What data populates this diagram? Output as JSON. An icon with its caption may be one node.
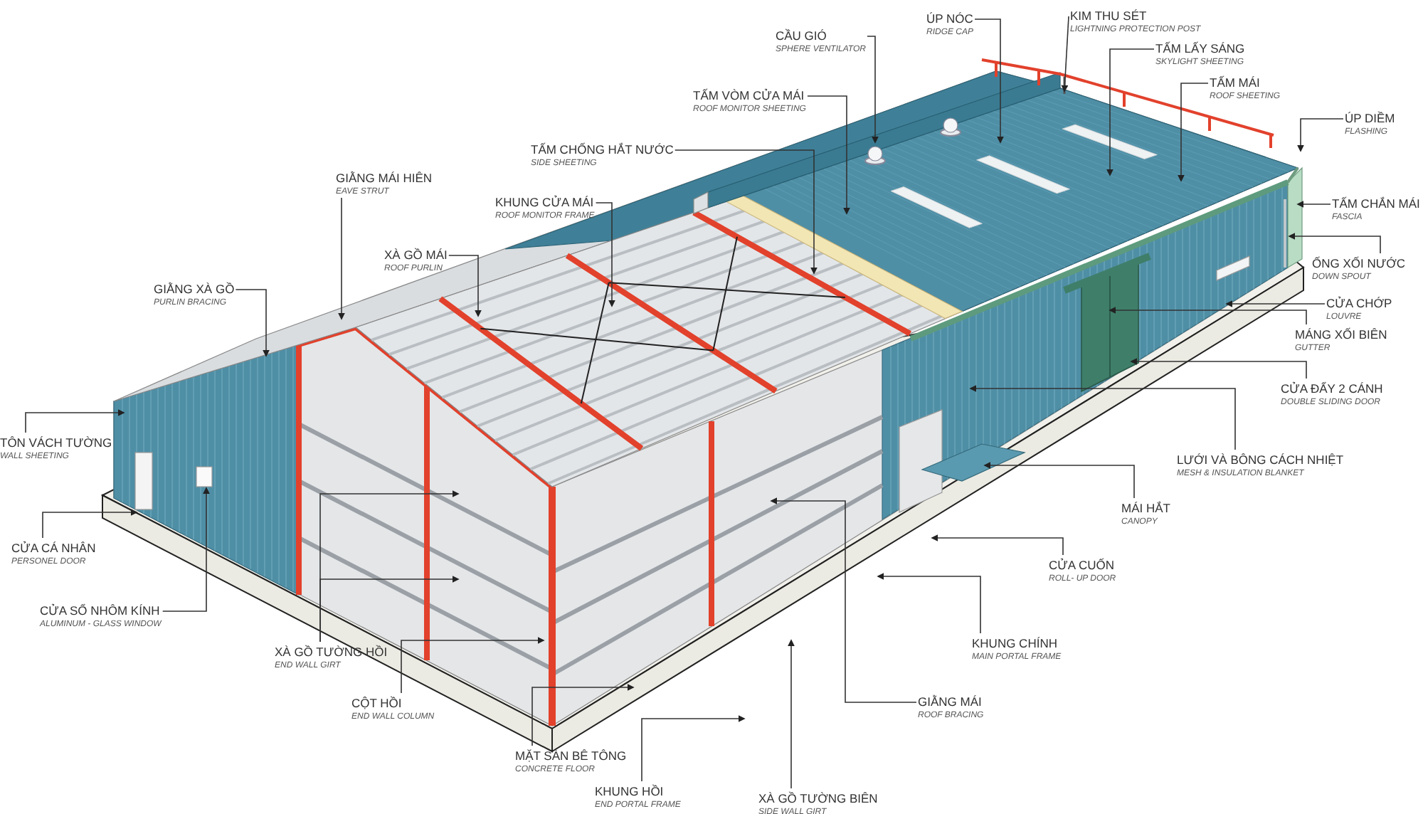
{
  "diagram": {
    "nodes": [
      {
        "text": [
          "ÚP NÓC",
          "RIDGE CAP"
        ]
      },
      {
        "text": [
          "KIM THU SÉT",
          "LIGHTNING PROTECTION POST"
        ]
      },
      {
        "text": [
          "CẦU GIÓ",
          "SPHERE VENTILATOR"
        ]
      },
      {
        "text": [
          "TẤM LẤY SÁNG",
          "SKYLIGHT SHEETING"
        ]
      },
      {
        "text": [
          "TẤM VÒM CỬA MÁI",
          "ROOF MONITOR SHEETING"
        ]
      },
      {
        "text": [
          "TẤM MÁI",
          "ROOF SHEETING"
        ]
      },
      {
        "text": [
          "ÚP DIỀM",
          "FLASHING"
        ]
      },
      {
        "text": [
          "TẤM CHỐNG HẮT NƯỚC",
          "SIDE SHEETING"
        ]
      },
      {
        "text": [
          "GIẰNG MÁI HIÊN",
          "EAVE STRUT"
        ]
      },
      {
        "text": [
          "TẤM CHẮN MÁI",
          "FASCIA"
        ]
      },
      {
        "text": [
          "KHUNG CỬA MÁI",
          "ROOF MONITOR FRAME"
        ]
      },
      {
        "text": [
          "ỐNG XỐI NƯỚC",
          "DOWN SPOUT"
        ]
      },
      {
        "text": [
          "XÀ GỒ MÁI",
          "ROOF PURLIN"
        ]
      },
      {
        "text": [
          "CỬA CHỚP",
          "LOUVRE"
        ]
      },
      {
        "text": [
          "GIẰNG XÀ GỒ",
          "PURLIN BRACING"
        ]
      },
      {
        "text": [
          "MÁNG XỐI BIÊN",
          "GUTTER"
        ]
      },
      {
        "text": [
          "CỬA ĐẨY 2 CÁNH",
          "DOUBLE SLIDING DOOR"
        ]
      },
      {
        "text": [
          "LƯỚI VÀ BÔNG CÁCH NHIỆT",
          "MESH & INSULATION BLANKET"
        ]
      },
      {
        "text": [
          "TÔN VÁCH TƯỜNG",
          "WALL SHEETING"
        ]
      },
      {
        "text": [
          "MÁI HẮT",
          "CANOPY"
        ]
      },
      {
        "text": [
          "CỬA CÁ NHÂN",
          "PERSONEL DOOR"
        ]
      },
      {
        "text": [
          "CỬA CUỐN",
          "ROLL- UP DOOR"
        ]
      },
      {
        "text": [
          "CỬA SỔ NHÔM KÍNH",
          "ALUMINUM - GLASS WINDOW"
        ]
      },
      {
        "text": [
          "KHUNG CHÍNH",
          "MAIN PORTAL FRAME"
        ]
      },
      {
        "text": [
          "XÀ GỒ TƯỜNG HỒI",
          "END WALL GIRT"
        ]
      },
      {
        "text": [
          "CỘT HỒI",
          "END WALL COLUMN"
        ]
      },
      {
        "text": [
          "GIẰNG MÁI",
          "ROOF BRACING"
        ]
      },
      {
        "text": [
          "MẶT SÀN BÊ TÔNG",
          "CONCRETE FLOOR"
        ]
      },
      {
        "text": [
          "KHUNG HỒI",
          "END PORTAL FRAME"
        ]
      },
      {
        "text": [
          "XÀ GỒ TƯỜNG BIÊN",
          "SIDE WALL GIRT"
        ]
      }
    ],
    "edges": [
      {
        "from": 0,
        "to": null,
        "arrow": "to"
      },
      {
        "from": 1,
        "to": null,
        "arrow": "to"
      },
      {
        "from": 2,
        "to": null,
        "arrow": "to"
      },
      {
        "from": 3,
        "to": null,
        "arrow": "to"
      },
      {
        "from": 4,
        "to": null,
        "arrow": "to"
      },
      {
        "from": 5,
        "to": null,
        "arrow": "to"
      },
      {
        "from": 6,
        "to": null,
        "arrow": "to"
      },
      {
        "from": 7,
        "to": null,
        "arrow": "to"
      },
      {
        "from": 8,
        "to": null,
        "arrow": "to"
      },
      {
        "from": 9,
        "to": null,
        "arrow": "to"
      },
      {
        "from": 10,
        "to": null,
        "arrow": "to"
      },
      {
        "from": 11,
        "to": null,
        "arrow": "to"
      },
      {
        "from": 12,
        "to": null,
        "arrow": "to"
      },
      {
        "from": 13,
        "to": null,
        "arrow": "to"
      },
      {
        "from": 14,
        "to": null,
        "arrow": "to"
      },
      {
        "from": 15,
        "to": null,
        "arrow": "to"
      },
      {
        "from": 16,
        "to": null,
        "arrow": "to"
      },
      {
        "from": 17,
        "to": null,
        "arrow": "to"
      },
      {
        "from": 18,
        "to": null,
        "arrow": "to"
      },
      {
        "from": 19,
        "to": null,
        "arrow": "to"
      },
      {
        "from": 20,
        "to": null,
        "arrow": "to"
      },
      {
        "from": 21,
        "to": null,
        "arrow": "to"
      },
      {
        "from": 22,
        "to": null,
        "arrow": "to"
      },
      {
        "from": 23,
        "to": null,
        "arrow": "to"
      },
      {
        "from": 24,
        "to": null,
        "arrow": "to"
      },
      {
        "from": 24,
        "to": null,
        "arrow": "to"
      },
      {
        "from": 25,
        "to": null,
        "arrow": "to"
      },
      {
        "from": 26,
        "to": null,
        "arrow": "to"
      },
      {
        "from": 27,
        "to": null,
        "arrow": "to"
      },
      {
        "from": 28,
        "to": null,
        "arrow": "to"
      },
      {
        "from": 29,
        "to": null,
        "arrow": "to"
      }
    ]
  }
}
